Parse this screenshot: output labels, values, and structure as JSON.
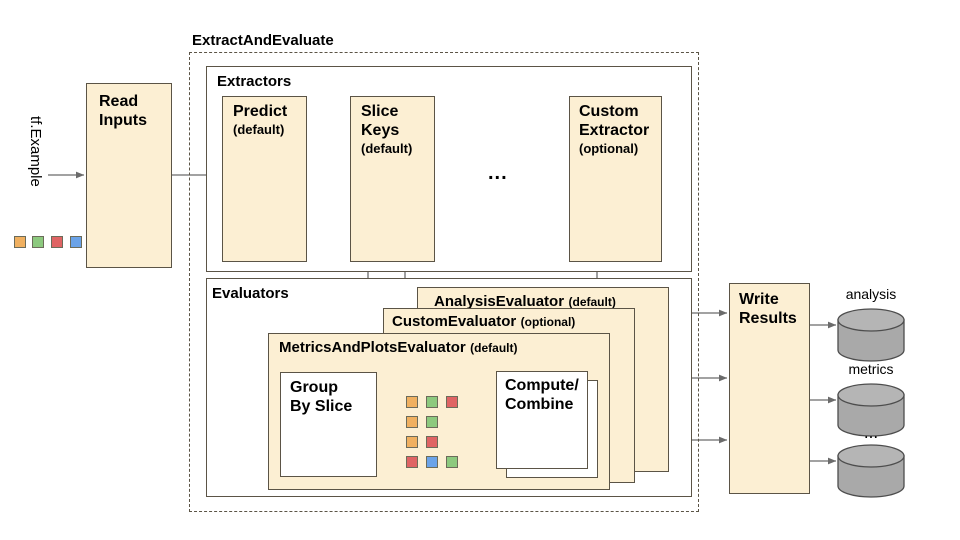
{
  "diagram": {
    "title_top": "ExtractAndEvaluate",
    "input": {
      "label": "tf.Example",
      "chips": [
        "orange",
        "green",
        "red",
        "blue"
      ]
    },
    "read_inputs": {
      "title": "Read\nInputs",
      "line1": "Read",
      "line2": "Inputs"
    },
    "extractors": {
      "group_label": "Extractors",
      "nodes": [
        {
          "line1": "Predict",
          "line2": "",
          "sub": "(default)",
          "icon": "two-model-graph-icon"
        },
        {
          "line1": "Slice",
          "line2": "Keys",
          "sub": "(default)",
          "icon": ""
        },
        {
          "line1": "Custom",
          "line2": "Extractor",
          "sub": "(optional)",
          "icon": ""
        }
      ],
      "ellipsis": "..."
    },
    "evaluators": {
      "group_label": "Evaluators",
      "cards": [
        {
          "name": "AnalysisEvaluator",
          "qualifier": "(default)"
        },
        {
          "name": "CustomEvaluator",
          "qualifier": "(optional)"
        },
        {
          "name": "MetricsAndPlotsEvaluator",
          "qualifier": "(default)"
        }
      ],
      "group_by_slice": {
        "line1": "Group",
        "line2": "By Slice"
      },
      "compute_combine": {
        "line1": "Compute/",
        "line2": "Combine",
        "icon": "model-graph-icon"
      },
      "slice_rows": [
        [
          "orange",
          "green",
          "red"
        ],
        [
          "orange",
          "green"
        ],
        [
          "orange",
          "red"
        ],
        [
          "red",
          "blue",
          "green"
        ]
      ]
    },
    "write_results": {
      "line1": "Write",
      "line2": "Results"
    },
    "outputs": [
      {
        "label": "analysis",
        "shape": "cylinder-icon"
      },
      {
        "label": "metrics",
        "shape": "cylinder-icon"
      },
      {
        "label": "...",
        "shape": "cylinder-icon"
      }
    ],
    "colors": {
      "box_fill": "#fcefd3",
      "box_stroke": "#5b5446",
      "arrow": "#6b6b6b",
      "cylinder_fill": "#a9a9a9",
      "cylinder_top": "#b5b5b5",
      "chip_orange": "#f0b060",
      "chip_green": "#8cc97e",
      "chip_red": "#df6464",
      "chip_blue": "#6ba3e8"
    }
  }
}
